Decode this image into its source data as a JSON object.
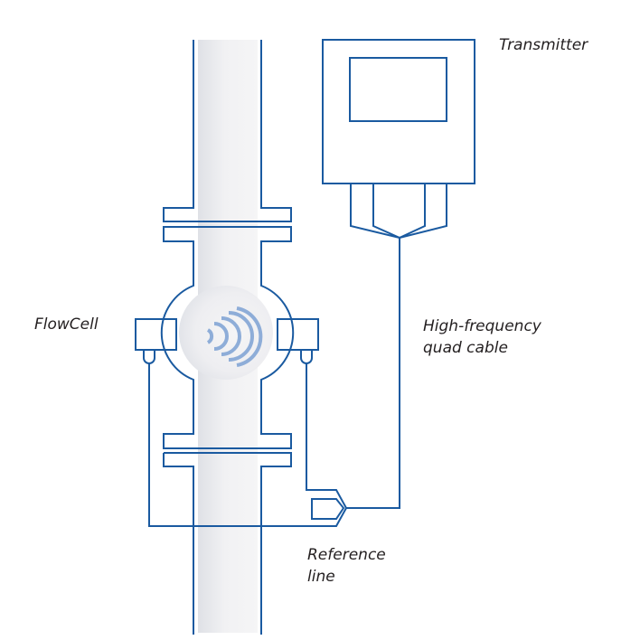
{
  "diagram": {
    "title": "Ultrasonic flow measurement setup",
    "labels": {
      "transmitter": "Transmitter",
      "flowcell": "FlowCell",
      "cable_line1": "High-frequency",
      "cable_line2": "quad cable",
      "reference_line1": "Reference",
      "reference_line2": "line"
    },
    "colors": {
      "line": "#1a5aa0",
      "pipe_fill_dark": "#e2e4e9",
      "pipe_fill_light": "#f4f4f5",
      "wave": "#8eadd8",
      "text": "#231f20"
    },
    "icons": {
      "signal": "ultrasonic-signal-waves-icon"
    }
  }
}
